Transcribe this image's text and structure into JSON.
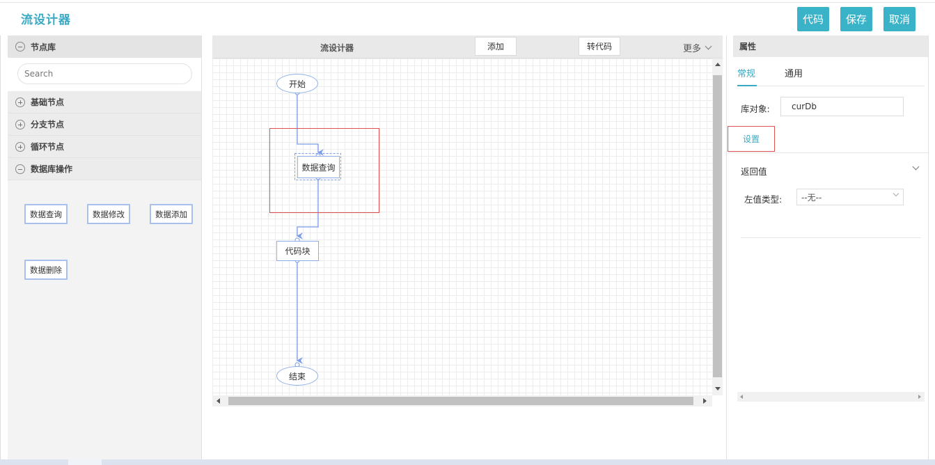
{
  "header": {
    "title": "流设计器",
    "buttons": {
      "code": "代码",
      "save": "保存",
      "cancel": "取消"
    }
  },
  "left_panel": {
    "title": "节点库",
    "search_placeholder": "Search",
    "categories": [
      {
        "label": "基础节点",
        "expanded": false
      },
      {
        "label": "分支节点",
        "expanded": false
      },
      {
        "label": "循环节点",
        "expanded": false
      },
      {
        "label": "数据库操作",
        "expanded": true
      }
    ],
    "db_nodes": [
      "数据查询",
      "数据修改",
      "数据添加",
      "数据删除"
    ]
  },
  "canvas": {
    "title": "流设计器",
    "add_label": "添加",
    "to_code_label": "转代码",
    "more_label": "更多",
    "nodes": {
      "start": "开始",
      "query": "数据查询",
      "code_block": "代码块",
      "end": "结束"
    }
  },
  "right_panel": {
    "title": "属性",
    "tabs": [
      "常规",
      "通用"
    ],
    "active_tab": "常规",
    "db_object_label": "库对象:",
    "db_object_value": "curDb",
    "settings_tab": "设置",
    "section_title": "返回值",
    "left_type_label": "左值类型:",
    "left_type_value": "--无--"
  },
  "colors": {
    "accent": "#3ab2c8",
    "node_border": "#8eaee8",
    "selection": "#e05050"
  }
}
